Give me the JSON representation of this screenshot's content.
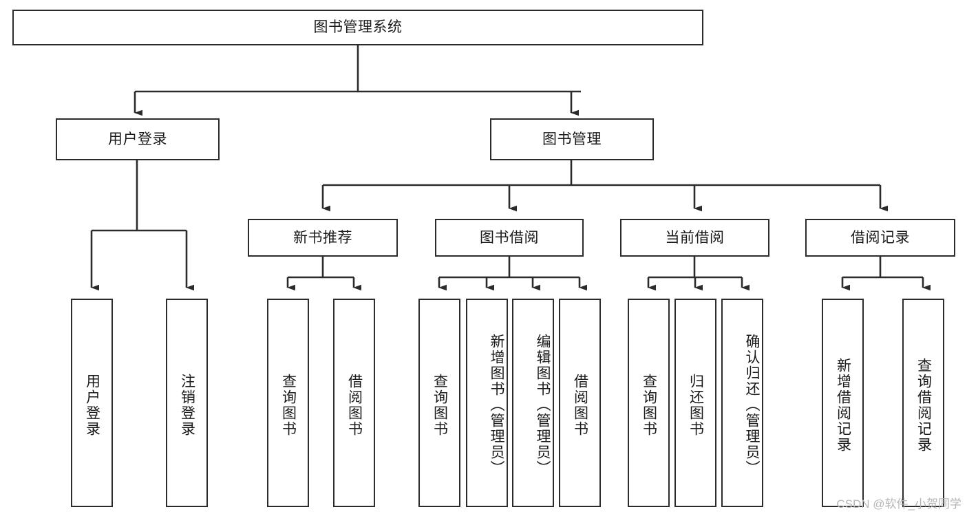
{
  "diagram": {
    "title": "图书管理系统",
    "type": "tree",
    "root": {
      "label": "图书管理系统"
    },
    "level2": [
      {
        "label": "用户登录"
      },
      {
        "label": "图书管理"
      }
    ],
    "level3": [
      {
        "label": "新书推荐"
      },
      {
        "label": "图书借阅"
      },
      {
        "label": "当前借阅"
      },
      {
        "label": "借阅记录"
      }
    ],
    "leaves": {
      "user_login": [
        {
          "label": "用户登录"
        },
        {
          "label": "注销登录"
        }
      ],
      "new_book_recommend": [
        {
          "label": "查询图书"
        },
        {
          "label": "借阅图书"
        }
      ],
      "book_borrow": [
        {
          "label": "查询图书"
        },
        {
          "label": "新增图书（管理员）"
        },
        {
          "label": "编辑图书（管理员）"
        },
        {
          "label": "借阅图书"
        }
      ],
      "current_borrow": [
        {
          "label": "查询图书"
        },
        {
          "label": "归还图书"
        },
        {
          "label": "确认归还（管理员）"
        }
      ],
      "borrow_record": [
        {
          "label": "新增借阅记录"
        },
        {
          "label": "查询借阅记录"
        }
      ]
    }
  },
  "watermark": {
    "text": "CSDN @软件_小贺同学"
  },
  "colors": {
    "border": "#2b2b2b",
    "background": "#ffffff",
    "text": "#1a1a1a",
    "watermark": "#b6b6b6"
  }
}
